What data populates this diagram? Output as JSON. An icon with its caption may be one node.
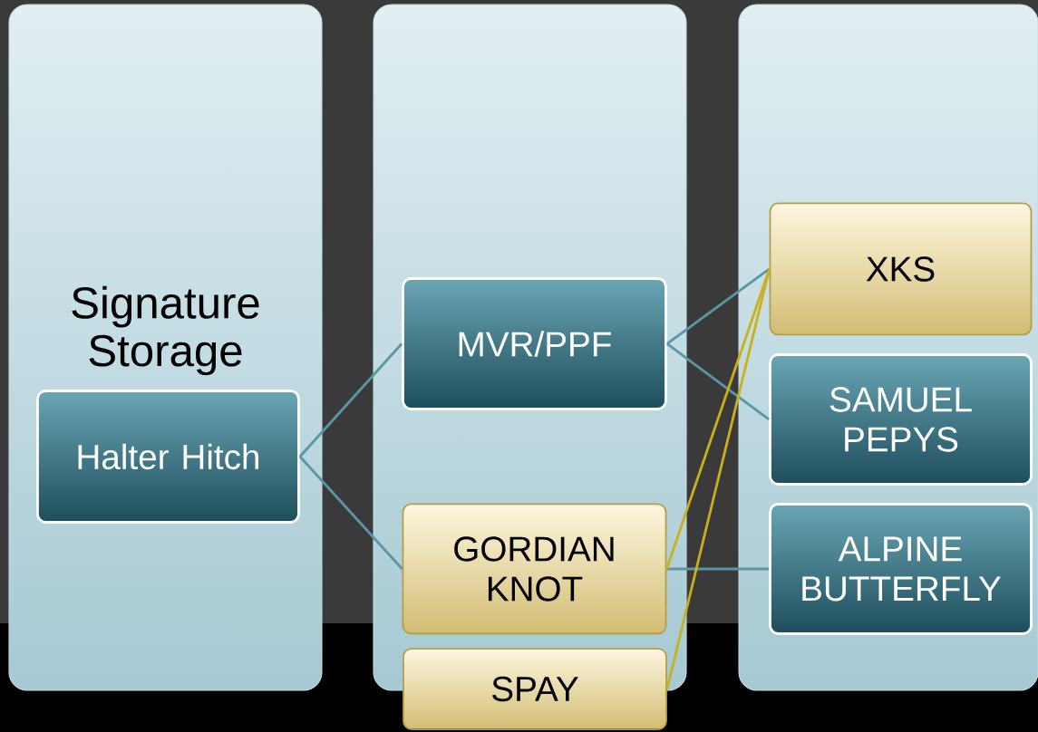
{
  "diagram": {
    "nodes": [
      {
        "text": [
          "Signature Storage"
        ]
      },
      {
        "text": [],
        "shape": "box"
      },
      {
        "text": [],
        "shape": "box"
      },
      {
        "text": [
          "Halter Hitch"
        ],
        "in": 0
      },
      {
        "text": [
          "MVR/PPF"
        ],
        "in": 1
      },
      {
        "text": [
          "GORDIAN KNOT"
        ],
        "in": 1
      },
      {
        "text": [
          "SPAY"
        ]
      },
      {
        "text": [
          "XKS"
        ],
        "in": 2
      },
      {
        "text": [
          "SAMUEL PEPYS"
        ],
        "in": 2
      },
      {
        "text": [
          "ALPINE BUTTERFLY"
        ],
        "in": 2
      }
    ],
    "edges": [
      {
        "from": 3,
        "to": 4,
        "arrow": "none"
      },
      {
        "from": 3,
        "to": 5,
        "arrow": "none"
      },
      {
        "from": 4,
        "to": 7,
        "arrow": "none"
      },
      {
        "from": 4,
        "to": 8,
        "arrow": "none"
      },
      {
        "from": 5,
        "to": 9,
        "arrow": "none"
      },
      {
        "from": 5,
        "to": 7,
        "arrow": "none",
        "color": "#c9b11c"
      },
      {
        "from": 6,
        "to": 7,
        "arrow": "none",
        "color": "#c9b11c"
      }
    ]
  }
}
